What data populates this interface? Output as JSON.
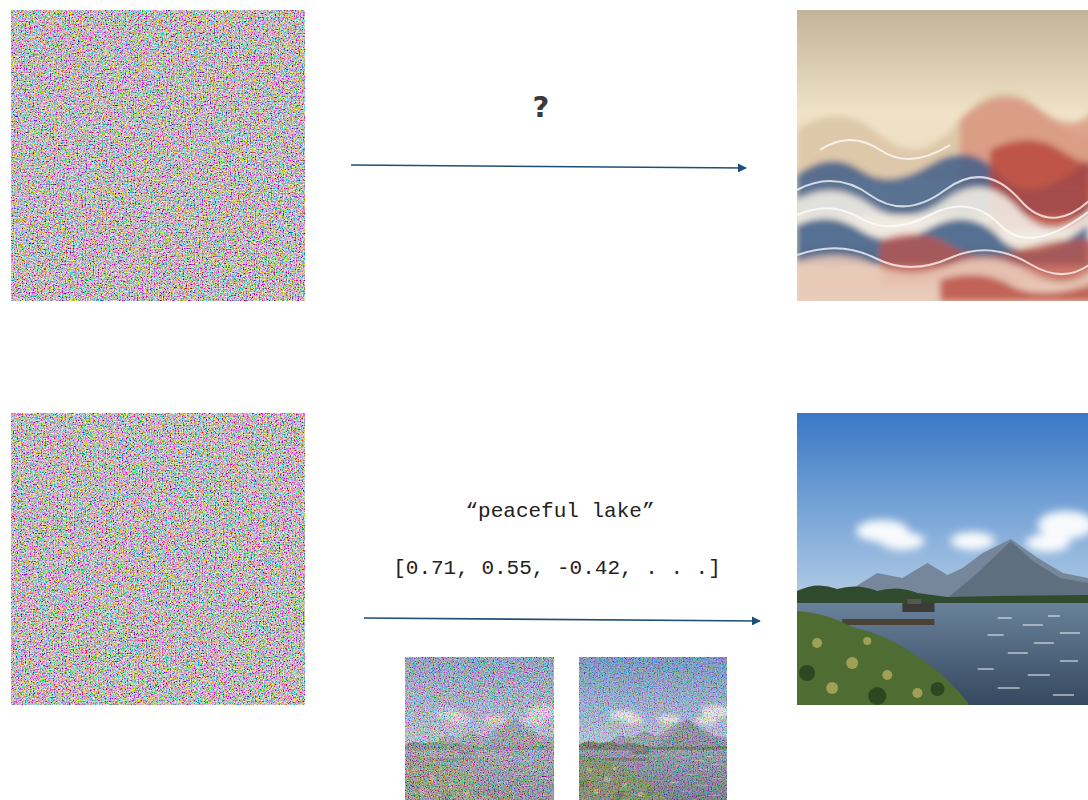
{
  "diagram": {
    "labels": [
      "?",
      "“peaceful lake”",
      "[0.71, 0.55, -0.42, . . .]"
    ]
  }
}
